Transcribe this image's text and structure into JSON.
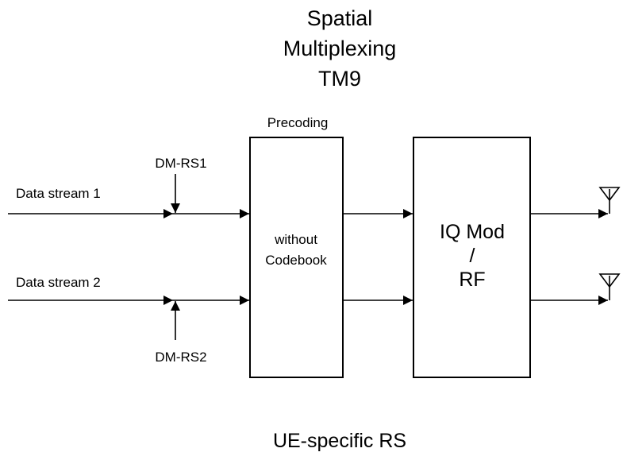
{
  "diagram": {
    "title": [
      "Spatial",
      "Multiplexing",
      "TM9"
    ],
    "precoding_label": "Precoding",
    "precoding_block": [
      "without",
      "Codebook"
    ],
    "iq_block": [
      "IQ Mod",
      "/",
      "RF"
    ],
    "input_1": "Data stream 1",
    "input_2": "Data stream 2",
    "dmrs_1": "DM-RS1",
    "dmrs_2": "DM-RS2",
    "footer": "UE-specific RS"
  }
}
